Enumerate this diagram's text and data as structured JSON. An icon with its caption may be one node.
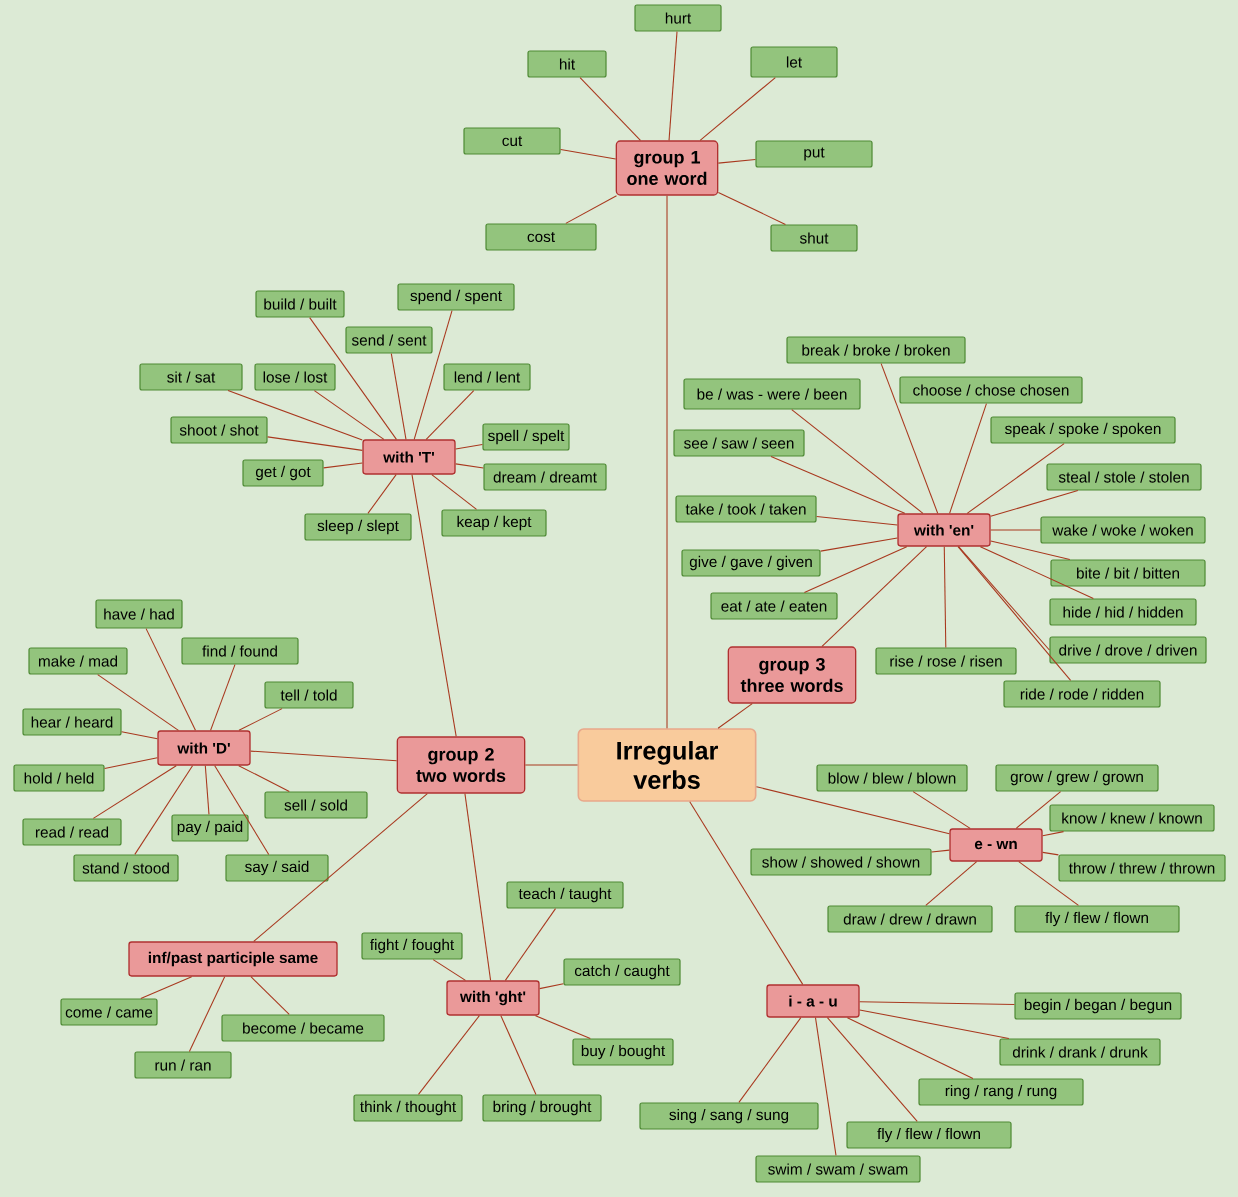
{
  "diagram": {
    "nodes": [
      {
        "text": [
          "Irregular verbs"
        ]
      },
      {
        "text": [
          "group 1 one word"
        ]
      },
      {
        "text": [
          "group 2 two words"
        ]
      },
      {
        "text": [
          "group 3 three words"
        ]
      },
      {
        "text": [
          "with 'T'"
        ]
      },
      {
        "text": [
          "with 'D'"
        ]
      },
      {
        "text": [
          "inf/past participle same"
        ]
      },
      {
        "text": [
          "with 'ght'"
        ]
      },
      {
        "text": [
          "with 'en'"
        ]
      },
      {
        "text": [
          "e - wn"
        ]
      },
      {
        "text": [
          "i - a - u"
        ]
      },
      {
        "text": [
          "hurt"
        ]
      },
      {
        "text": [
          "hit"
        ]
      },
      {
        "text": [
          "let"
        ]
      },
      {
        "text": [
          "cut"
        ]
      },
      {
        "text": [
          "put"
        ]
      },
      {
        "text": [
          "shut"
        ]
      },
      {
        "text": [
          "cost"
        ]
      },
      {
        "text": [
          "build / built"
        ]
      },
      {
        "text": [
          "spend / spent"
        ]
      },
      {
        "text": [
          "send / sent"
        ]
      },
      {
        "text": [
          "sit / sat"
        ]
      },
      {
        "text": [
          "lose / lost"
        ]
      },
      {
        "text": [
          "lend / lent"
        ]
      },
      {
        "text": [
          "shoot / shot"
        ]
      },
      {
        "text": [
          "spell / spelt"
        ]
      },
      {
        "text": [
          "get / got"
        ]
      },
      {
        "text": [
          "dream / dreamt"
        ]
      },
      {
        "text": [
          "sleep / slept"
        ]
      },
      {
        "text": [
          "keap / kept"
        ]
      },
      {
        "text": [
          "have / had"
        ]
      },
      {
        "text": [
          "make / mad"
        ]
      },
      {
        "text": [
          "find / found"
        ]
      },
      {
        "text": [
          "tell / told"
        ]
      },
      {
        "text": [
          "hear / heard"
        ]
      },
      {
        "text": [
          "hold / held"
        ]
      },
      {
        "text": [
          "sell / sold"
        ]
      },
      {
        "text": [
          "read / read"
        ]
      },
      {
        "text": [
          "pay / paid"
        ]
      },
      {
        "text": [
          "stand / stood"
        ]
      },
      {
        "text": [
          "say / said"
        ]
      },
      {
        "text": [
          "come / came"
        ]
      },
      {
        "text": [
          "become / became"
        ]
      },
      {
        "text": [
          "run / ran"
        ]
      },
      {
        "text": [
          "teach / taught"
        ]
      },
      {
        "text": [
          "fight / fought"
        ]
      },
      {
        "text": [
          "catch / caught"
        ]
      },
      {
        "text": [
          "buy / bought"
        ]
      },
      {
        "text": [
          "think / thought"
        ]
      },
      {
        "text": [
          "bring / brought"
        ]
      },
      {
        "text": [
          "break / broke / broken"
        ]
      },
      {
        "text": [
          "be / was - were / been"
        ]
      },
      {
        "text": [
          "choose / chose chosen"
        ]
      },
      {
        "text": [
          "see / saw / seen"
        ]
      },
      {
        "text": [
          "speak / spoke / spoken"
        ]
      },
      {
        "text": [
          "steal / stole / stolen"
        ]
      },
      {
        "text": [
          "take / took / taken"
        ]
      },
      {
        "text": [
          "wake / woke / woken"
        ]
      },
      {
        "text": [
          "give / gave / given"
        ]
      },
      {
        "text": [
          "bite / bit / bitten"
        ]
      },
      {
        "text": [
          "eat / ate / eaten"
        ]
      },
      {
        "text": [
          "hide / hid / hidden"
        ]
      },
      {
        "text": [
          "rise / rose / risen"
        ]
      },
      {
        "text": [
          "drive / drove / driven"
        ]
      },
      {
        "text": [
          "ride / rode / ridden"
        ]
      },
      {
        "text": [
          "blow / blew / blown"
        ]
      },
      {
        "text": [
          "grow / grew / grown"
        ]
      },
      {
        "text": [
          "know / knew / known"
        ]
      },
      {
        "text": [
          "show / showed / shown"
        ]
      },
      {
        "text": [
          "throw / threw / thrown"
        ]
      },
      {
        "text": [
          "draw / drew / drawn"
        ]
      },
      {
        "text": [
          "fly / flew / flown"
        ]
      },
      {
        "text": [
          "begin / began / begun"
        ]
      },
      {
        "text": [
          "drink / drank / drunk"
        ]
      },
      {
        "text": [
          "sing / sang / sung"
        ]
      },
      {
        "text": [
          "ring / rang / rung"
        ]
      },
      {
        "text": [
          "fly / flew / flown"
        ]
      },
      {
        "text": [
          "swim / swam / swam"
        ]
      }
    ],
    "edges": [
      {
        "from": 0,
        "to": 1,
        "arrow": "none"
      },
      {
        "from": 0,
        "to": 2,
        "arrow": "none"
      },
      {
        "from": 0,
        "to": 3,
        "arrow": "none"
      },
      {
        "from": 0,
        "to": 9,
        "arrow": "none"
      },
      {
        "from": 0,
        "to": 10,
        "arrow": "none"
      },
      {
        "from": 2,
        "to": 4,
        "arrow": "none"
      },
      {
        "from": 2,
        "to": 5,
        "arrow": "none"
      },
      {
        "from": 2,
        "to": 6,
        "arrow": "none"
      },
      {
        "from": 2,
        "to": 7,
        "arrow": "none"
      },
      {
        "from": 3,
        "to": 8,
        "arrow": "none"
      },
      {
        "from": 1,
        "to": 11,
        "arrow": "none"
      },
      {
        "from": 1,
        "to": 12,
        "arrow": "none"
      },
      {
        "from": 1,
        "to": 13,
        "arrow": "none"
      },
      {
        "from": 1,
        "to": 14,
        "arrow": "none"
      },
      {
        "from": 1,
        "to": 15,
        "arrow": "none"
      },
      {
        "from": 1,
        "to": 16,
        "arrow": "none"
      },
      {
        "from": 1,
        "to": 17,
        "arrow": "none"
      },
      {
        "from": 4,
        "to": 18,
        "arrow": "none"
      },
      {
        "from": 4,
        "to": 19,
        "arrow": "none"
      },
      {
        "from": 4,
        "to": 20,
        "arrow": "none"
      },
      {
        "from": 4,
        "to": 21,
        "arrow": "none"
      },
      {
        "from": 4,
        "to": 22,
        "arrow": "none"
      },
      {
        "from": 4,
        "to": 23,
        "arrow": "none"
      },
      {
        "from": 4,
        "to": 24,
        "arrow": "none"
      },
      {
        "from": 4,
        "to": 25,
        "arrow": "none"
      },
      {
        "from": 4,
        "to": 26,
        "arrow": "none"
      },
      {
        "from": 4,
        "to": 27,
        "arrow": "none"
      },
      {
        "from": 4,
        "to": 28,
        "arrow": "none"
      },
      {
        "from": 4,
        "to": 29,
        "arrow": "none"
      },
      {
        "from": 5,
        "to": 30,
        "arrow": "none"
      },
      {
        "from": 5,
        "to": 31,
        "arrow": "none"
      },
      {
        "from": 5,
        "to": 32,
        "arrow": "none"
      },
      {
        "from": 5,
        "to": 33,
        "arrow": "none"
      },
      {
        "from": 5,
        "to": 34,
        "arrow": "none"
      },
      {
        "from": 5,
        "to": 35,
        "arrow": "none"
      },
      {
        "from": 5,
        "to": 36,
        "arrow": "none"
      },
      {
        "from": 5,
        "to": 37,
        "arrow": "none"
      },
      {
        "from": 5,
        "to": 38,
        "arrow": "none"
      },
      {
        "from": 5,
        "to": 39,
        "arrow": "none"
      },
      {
        "from": 5,
        "to": 40,
        "arrow": "none"
      },
      {
        "from": 6,
        "to": 41,
        "arrow": "none"
      },
      {
        "from": 6,
        "to": 42,
        "arrow": "none"
      },
      {
        "from": 6,
        "to": 43,
        "arrow": "none"
      },
      {
        "from": 7,
        "to": 44,
        "arrow": "none"
      },
      {
        "from": 7,
        "to": 45,
        "arrow": "none"
      },
      {
        "from": 7,
        "to": 46,
        "arrow": "none"
      },
      {
        "from": 7,
        "to": 47,
        "arrow": "none"
      },
      {
        "from": 7,
        "to": 48,
        "arrow": "none"
      },
      {
        "from": 7,
        "to": 49,
        "arrow": "none"
      },
      {
        "from": 8,
        "to": 50,
        "arrow": "none"
      },
      {
        "from": 8,
        "to": 51,
        "arrow": "none"
      },
      {
        "from": 8,
        "to": 52,
        "arrow": "none"
      },
      {
        "from": 8,
        "to": 53,
        "arrow": "none"
      },
      {
        "from": 8,
        "to": 54,
        "arrow": "none"
      },
      {
        "from": 8,
        "to": 55,
        "arrow": "none"
      },
      {
        "from": 8,
        "to": 56,
        "arrow": "none"
      },
      {
        "from": 8,
        "to": 57,
        "arrow": "none"
      },
      {
        "from": 8,
        "to": 58,
        "arrow": "none"
      },
      {
        "from": 8,
        "to": 59,
        "arrow": "none"
      },
      {
        "from": 8,
        "to": 60,
        "arrow": "none"
      },
      {
        "from": 8,
        "to": 61,
        "arrow": "none"
      },
      {
        "from": 8,
        "to": 62,
        "arrow": "none"
      },
      {
        "from": 8,
        "to": 63,
        "arrow": "none"
      },
      {
        "from": 8,
        "to": 64,
        "arrow": "none"
      },
      {
        "from": 9,
        "to": 65,
        "arrow": "none"
      },
      {
        "from": 9,
        "to": 66,
        "arrow": "none"
      },
      {
        "from": 9,
        "to": 67,
        "arrow": "none"
      },
      {
        "from": 9,
        "to": 68,
        "arrow": "none"
      },
      {
        "from": 9,
        "to": 69,
        "arrow": "none"
      },
      {
        "from": 9,
        "to": 70,
        "arrow": "none"
      },
      {
        "from": 9,
        "to": 71,
        "arrow": "none"
      },
      {
        "from": 10,
        "to": 72,
        "arrow": "none"
      },
      {
        "from": 10,
        "to": 73,
        "arrow": "none"
      },
      {
        "from": 10,
        "to": 74,
        "arrow": "none"
      },
      {
        "from": 10,
        "to": 75,
        "arrow": "none"
      },
      {
        "from": 10,
        "to": 76,
        "arrow": "none"
      },
      {
        "from": 10,
        "to": 77,
        "arrow": "none"
      }
    ]
  }
}
